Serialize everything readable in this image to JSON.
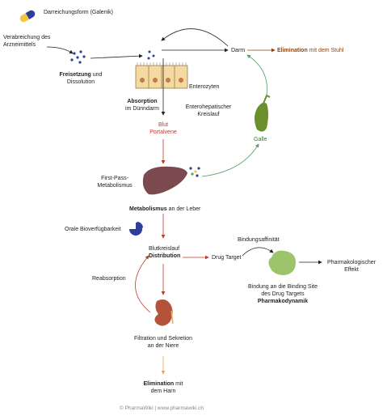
{
  "labels": {
    "dosage_form": "Darreichungsform (Galenik)",
    "administration": "Verabreichung des\nArzneimittels",
    "release_bold": "Freisetzung",
    "release_rest": " und\nDissolution",
    "enterocytes": "Enterozyten",
    "absorption_bold": "Absorption",
    "absorption_rest": "\nim Dünndarm",
    "intestine": "Darm",
    "elimination_stool_bold": "Elimination",
    "elimination_stool_rest": " mit dem Stuhl",
    "enterohepatic": "Enterohepatischer\nKreislauf",
    "bile": "Galle",
    "portal_vein": "Blut\nPortalvene",
    "first_pass": "First-Pass-\nMetabolismus",
    "metabolism_bold": "Metabolismus",
    "metabolism_rest": " an der Leber",
    "bioavailability": "Orale Bioverfügbarkeit",
    "circulation": "Blutkreislauf",
    "distribution": "Distribution",
    "drug_target": "Drug Target",
    "binding_affinity": "Bindungsaffinität",
    "binding_site": "Bindung an die Binding Site\ndes Drug Targets",
    "pharmacodynamics": "Pharmakodynamik",
    "pharmacological_effect": "Pharmakologischer\nEffekt",
    "reabsorption": "Reabsorption",
    "kidney_text": "Filtration und Sekretion\nan der Niere",
    "elimination_urine_bold": "Elimination",
    "elimination_urine_rest": " mit\ndem Harn",
    "footer": "© PharmaWiki | www.pharmawiki.ch"
  },
  "colors": {
    "arrow_black": "#222222",
    "arrow_red": "#c0392b",
    "arrow_green": "#5a9e6a",
    "arrow_orange": "#e6a95a",
    "arrow_brown": "#8b4513",
    "liver": "#7a4a4e",
    "kidney": "#b5523a",
    "target": "#9cc56b",
    "gallbladder": "#6a8f2c",
    "pill_blue": "#2d3e9c",
    "pill_yellow": "#f2c640",
    "cell": "#f4d9a0",
    "cell_nucleus": "#c27b45",
    "pie": "#2d3e9c"
  }
}
